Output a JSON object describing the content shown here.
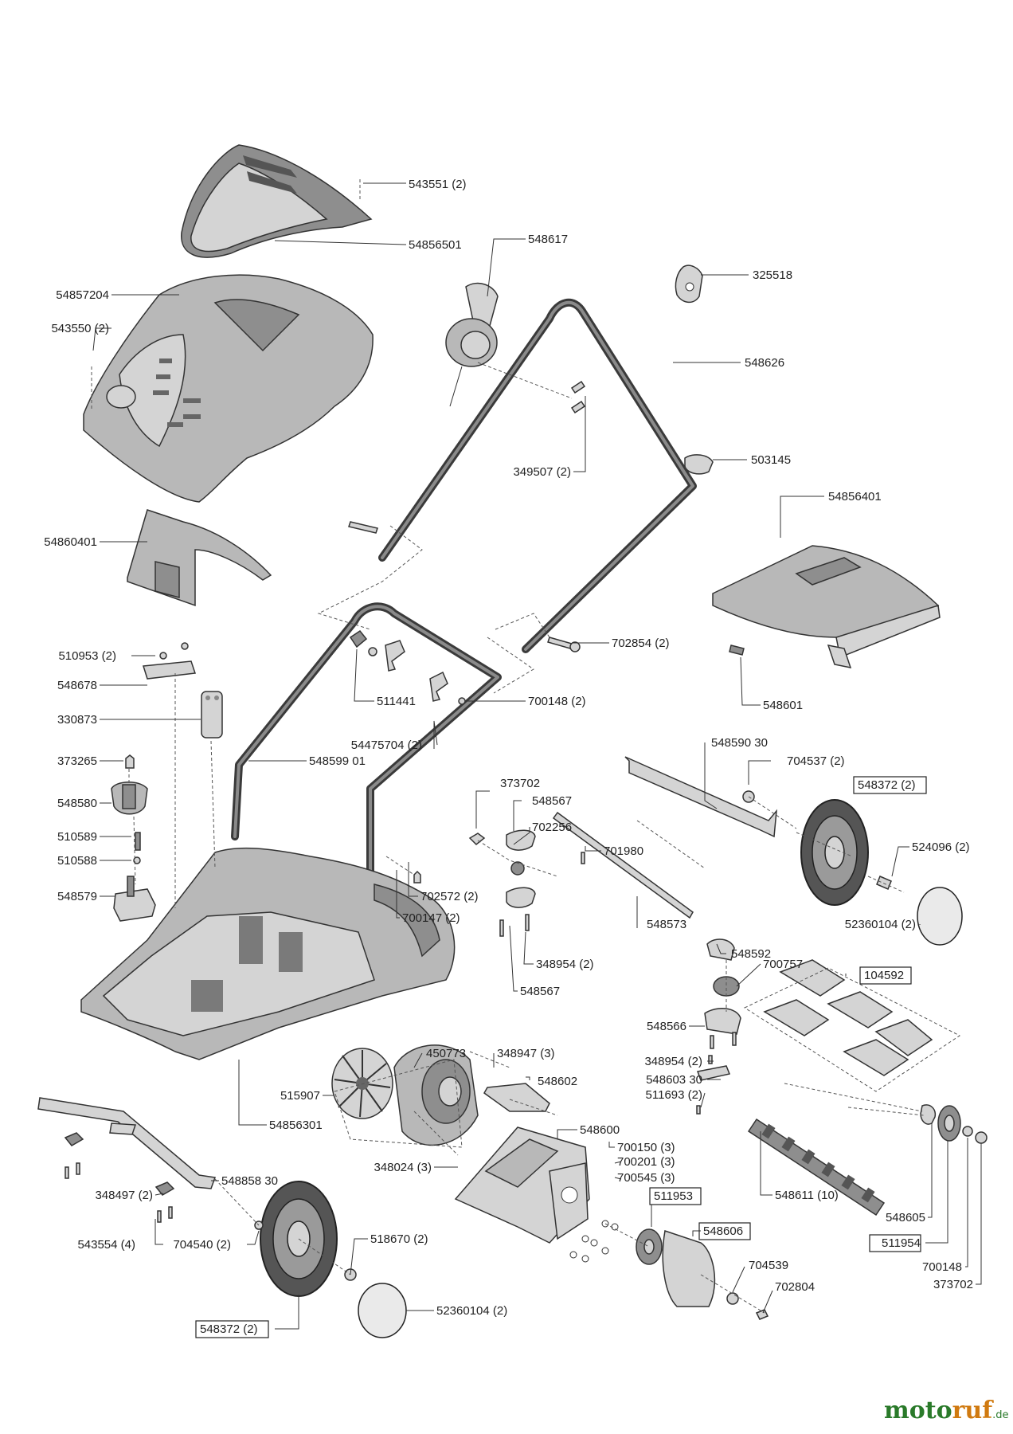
{
  "parts": [
    {
      "id": "p-543551-2",
      "number": "543551 (2)"
    },
    {
      "id": "p-54856501",
      "number": "54856501"
    },
    {
      "id": "p-548617",
      "number": "548617"
    },
    {
      "id": "p-325518",
      "number": "325518"
    },
    {
      "id": "p-54857204",
      "number": "54857204"
    },
    {
      "id": "p-543550-2",
      "number": "543550 (2)"
    },
    {
      "id": "p-548626",
      "number": "548626"
    },
    {
      "id": "p-349507-2",
      "number": "349507 (2)"
    },
    {
      "id": "p-503145",
      "number": "503145"
    },
    {
      "id": "p-54856401",
      "number": "54856401"
    },
    {
      "id": "p-54860401",
      "number": "54860401"
    },
    {
      "id": "p-702854-2",
      "number": "702854 (2)"
    },
    {
      "id": "p-510953-2",
      "number": "510953 (2)"
    },
    {
      "id": "p-548678",
      "number": "548678"
    },
    {
      "id": "p-511441",
      "number": "511441"
    },
    {
      "id": "p-700148-2",
      "number": "700148 (2)"
    },
    {
      "id": "p-548601",
      "number": "548601"
    },
    {
      "id": "p-330873",
      "number": "330873"
    },
    {
      "id": "p-54475704-2",
      "number": "54475704 (2)"
    },
    {
      "id": "p-373265",
      "number": "373265"
    },
    {
      "id": "p-548599-01",
      "number": "548599 01"
    },
    {
      "id": "p-548590-30",
      "number": "548590 30"
    },
    {
      "id": "p-704537-2",
      "number": "704537 (2)"
    },
    {
      "id": "p-373702-a",
      "number": "373702"
    },
    {
      "id": "p-548372-2-a",
      "number": "548372 (2)",
      "boxed": true
    },
    {
      "id": "p-548580",
      "number": "548580"
    },
    {
      "id": "p-548567-a",
      "number": "548567"
    },
    {
      "id": "p-702256",
      "number": "702256"
    },
    {
      "id": "p-510589",
      "number": "510589"
    },
    {
      "id": "p-701980",
      "number": "701980"
    },
    {
      "id": "p-524096-2",
      "number": "524096 (2)"
    },
    {
      "id": "p-510588",
      "number": "510588"
    },
    {
      "id": "p-548579",
      "number": "548579"
    },
    {
      "id": "p-702572-2",
      "number": "702572 (2)"
    },
    {
      "id": "p-700147-2",
      "number": "700147 (2)"
    },
    {
      "id": "p-548573",
      "number": "548573"
    },
    {
      "id": "p-52360104-2-a",
      "number": "52360104 (2)"
    },
    {
      "id": "p-548592",
      "number": "548592"
    },
    {
      "id": "p-348954-2-a",
      "number": "348954 (2)"
    },
    {
      "id": "p-700757",
      "number": "700757"
    },
    {
      "id": "p-548567-b",
      "number": "548567"
    },
    {
      "id": "p-104592",
      "number": "104592",
      "boxed": true
    },
    {
      "id": "p-548566",
      "number": "548566"
    },
    {
      "id": "p-450773",
      "number": "450773"
    },
    {
      "id": "p-348947-3",
      "number": "348947 (3)"
    },
    {
      "id": "p-348954-2-b",
      "number": "348954 (2)"
    },
    {
      "id": "p-548602",
      "number": "548602"
    },
    {
      "id": "p-548603-30",
      "number": "548603 30"
    },
    {
      "id": "p-515907",
      "number": "515907"
    },
    {
      "id": "p-511693-2",
      "number": "511693 (2)"
    },
    {
      "id": "p-54856301",
      "number": "54856301"
    },
    {
      "id": "p-548600",
      "number": "548600"
    },
    {
      "id": "p-700150-3",
      "number": "700150 (3)"
    },
    {
      "id": "p-348024-3",
      "number": "348024 (3)"
    },
    {
      "id": "p-700201-3",
      "number": "700201 (3)"
    },
    {
      "id": "p-548858-30",
      "number": "548858 30"
    },
    {
      "id": "p-700545-3",
      "number": "700545 (3)"
    },
    {
      "id": "p-348497-2",
      "number": "348497 (2)"
    },
    {
      "id": "p-511953",
      "number": "511953",
      "boxed": true
    },
    {
      "id": "p-548611-10",
      "number": "548611 (10)"
    },
    {
      "id": "p-548605",
      "number": "548605"
    },
    {
      "id": "p-548606",
      "number": "548606",
      "boxed": true
    },
    {
      "id": "p-543554-4",
      "number": "543554 (4)"
    },
    {
      "id": "p-704540-2",
      "number": "704540 (2)"
    },
    {
      "id": "p-518670-2",
      "number": "518670 (2)"
    },
    {
      "id": "p-511954",
      "number": "511954",
      "boxed": true
    },
    {
      "id": "p-704539",
      "number": "704539"
    },
    {
      "id": "p-700148",
      "number": "700148"
    },
    {
      "id": "p-702804",
      "number": "702804"
    },
    {
      "id": "p-373702-b",
      "number": "373702"
    },
    {
      "id": "p-52360104-2-b",
      "number": "52360104 (2)"
    },
    {
      "id": "p-548372-2-b",
      "number": "548372 (2)",
      "boxed": true
    }
  ],
  "watermark": {
    "brand_a": "moto",
    "brand_b": "ruf",
    "suffix": ".de"
  }
}
